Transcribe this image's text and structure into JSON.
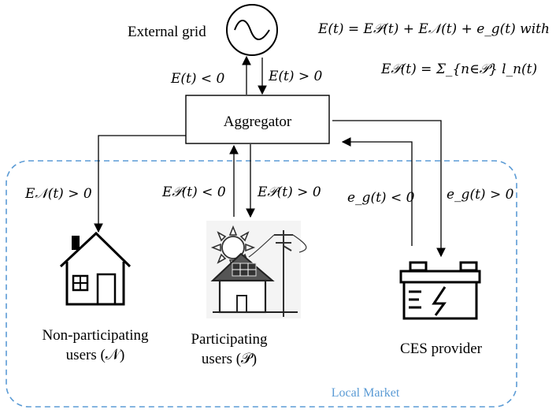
{
  "external_grid_label": "External grid",
  "aggregator_label": "Aggregator",
  "equation_line1": "E(t) = E𝒫(t) + E𝒩(t) + e_g(t) with",
  "equation_line2": "E𝒫(t) = Σ_{n∈𝒫} l_n(t)",
  "flows": {
    "grid_out": "E(t) < 0",
    "grid_in": "E(t) > 0",
    "nonparticipating": "E𝒩(t) > 0",
    "participating_neg": "E𝒫(t) < 0",
    "participating_pos": "E𝒫(t) > 0",
    "ces_neg": "e_g(t) < 0",
    "ces_pos": "e_g(t) > 0"
  },
  "nodes": {
    "nonparticipating_line1": "Non-participating",
    "nonparticipating_line2": "users (𝒩)",
    "participating_line1": "Participating",
    "participating_line2": "users (𝒫)",
    "ces_provider": "CES provider"
  },
  "region_label": "Local Market",
  "colors": {
    "dashed_border": "#5b9bd5",
    "region_label": "#5b9bd5",
    "line": "#000000"
  },
  "icons": [
    "ac-source-icon",
    "house-icon",
    "solar-house-icon",
    "battery-icon"
  ]
}
